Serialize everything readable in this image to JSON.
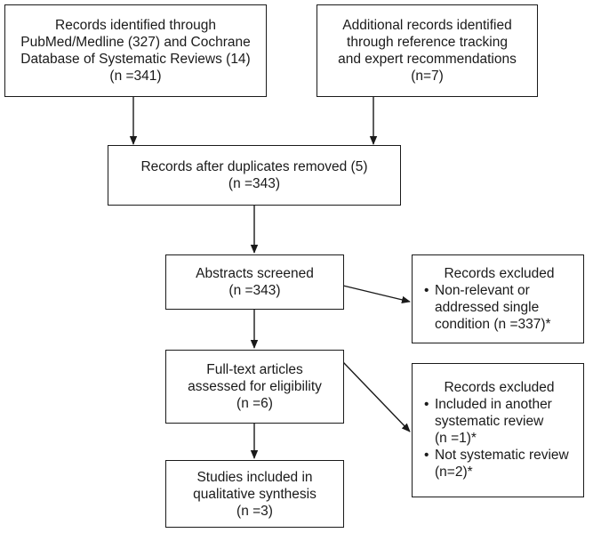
{
  "flow": {
    "identified": {
      "lines": [
        "Records identified through",
        "PubMed/Medline (327) and Cochrane",
        "Database of Systematic Reviews (14)",
        "(n =341)"
      ]
    },
    "additional": {
      "lines": [
        "Additional records identified",
        "through reference tracking",
        "and expert recommendations",
        "(n=7)"
      ]
    },
    "duplicates": {
      "lines": [
        "Records after duplicates removed (5)",
        "(n =343)"
      ]
    },
    "screened": {
      "lines": [
        "Abstracts screened",
        "(n =343)"
      ]
    },
    "fulltext": {
      "lines": [
        "Full-text articles",
        "assessed for eligibility",
        "(n =6)"
      ]
    },
    "included": {
      "lines": [
        "Studies included in",
        "qualitative synthesis",
        "(n =3)"
      ]
    },
    "excluded_1": {
      "title": "Records excluded",
      "bullets": [
        {
          "marker": "•",
          "lines": [
            "Non-relevant or",
            "addressed single",
            "condition (n =337)*"
          ]
        }
      ]
    },
    "excluded_2": {
      "title": "Records excluded",
      "bullets": [
        {
          "marker": "•",
          "lines": [
            "Included in another",
            "systematic review",
            "(n =1)*"
          ]
        },
        {
          "marker": "•",
          "lines": [
            "Not systematic review",
            "(n=2)*"
          ]
        }
      ]
    }
  }
}
